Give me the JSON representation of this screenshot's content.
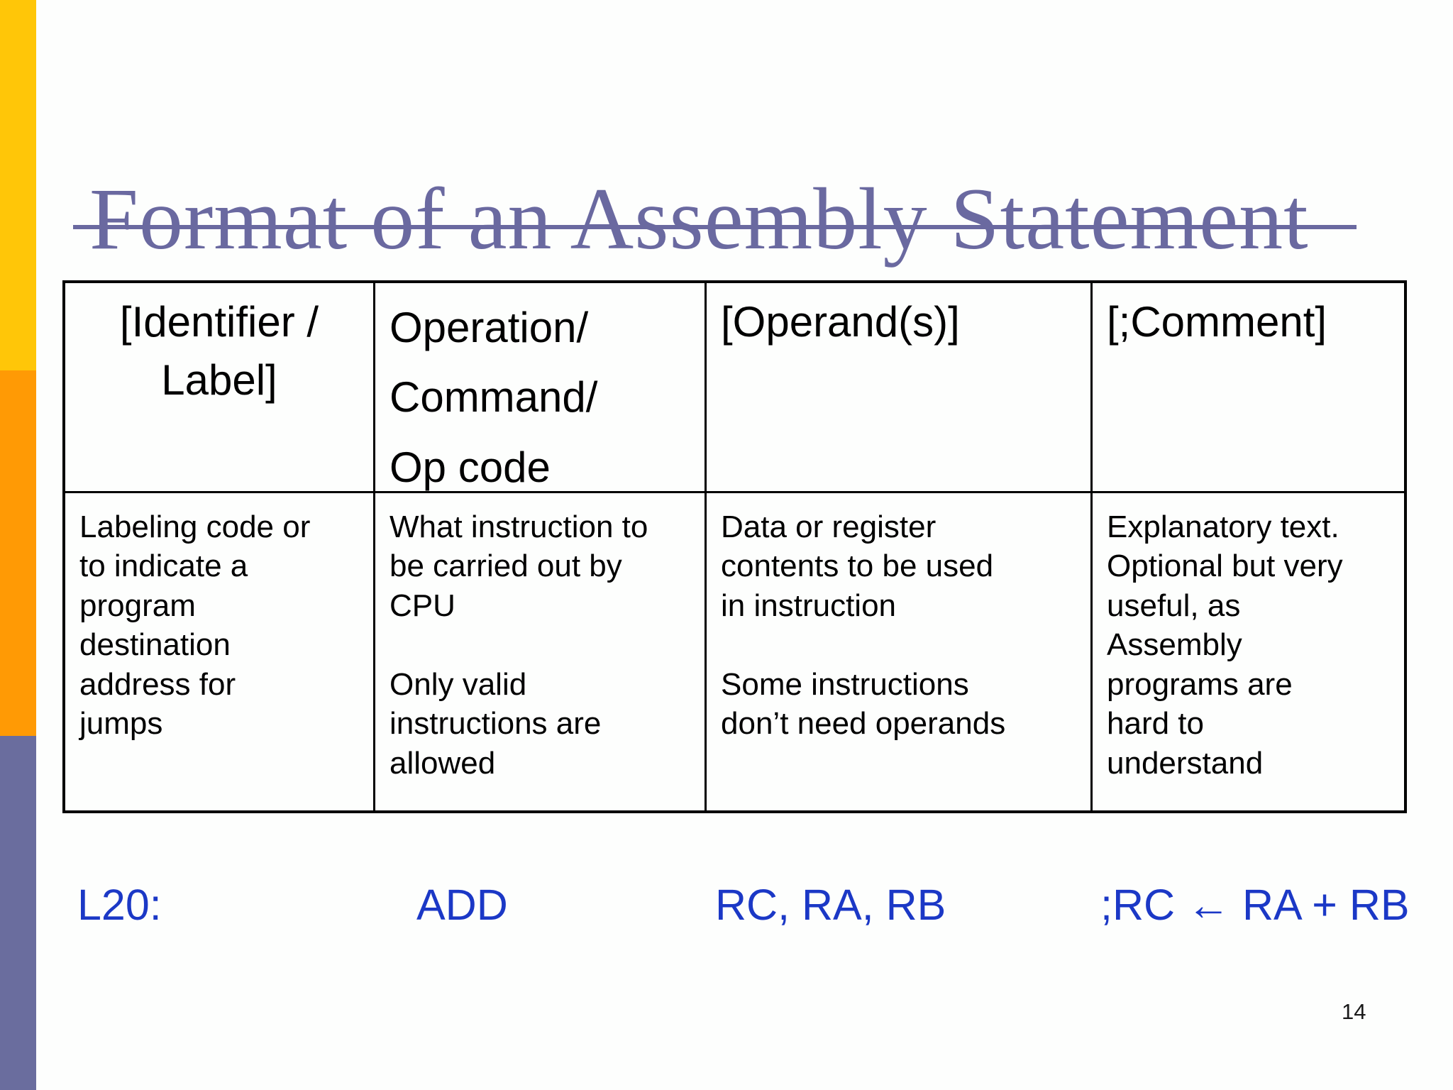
{
  "slide": {
    "title": "Format of an Assembly Statement",
    "page_number": "14"
  },
  "table": {
    "header_cells": [
      {
        "text": "[Identifier /\nLabel]"
      },
      {
        "text": "Operation/\nCommand/\nOp code"
      },
      {
        "text": "[Operand(s)]"
      },
      {
        "text": "[;Comment]"
      }
    ],
    "body_cells": [
      {
        "text": "Labeling code or\nto indicate a\nprogram\ndestination\naddress for\njumps"
      },
      {
        "text": "What instruction to\nbe carried out by\nCPU\n\nOnly valid\ninstructions are\nallowed"
      },
      {
        "text": "Data or register\ncontents to be used\nin instruction\n\nSome instructions\ndon’t need operands"
      },
      {
        "text": "Explanatory text.\nOptional but very\nuseful, as\nAssembly\nprograms are\nhard to\nunderstand"
      }
    ]
  },
  "example_statement": {
    "label": "L20:",
    "operation": "ADD",
    "operands": "RC, RA, RB",
    "comment": ";RC ← RA + RB"
  },
  "colors": {
    "title_purple": "#6a69a0",
    "bar_yellow": "#ffc608",
    "bar_orange": "#ff9a05",
    "bar_purple": "#6a6d9e",
    "example_blue": "#1b38c6",
    "table_border": "#000000",
    "background": "#fdfefd"
  }
}
